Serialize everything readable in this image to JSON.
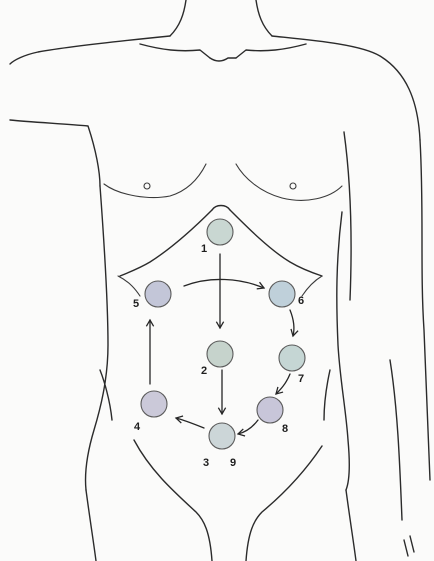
{
  "points": [
    {
      "id": "1",
      "label": "1",
      "color": "#c9d7d2"
    },
    {
      "id": "2",
      "label": "2",
      "color": "#c6d3cc"
    },
    {
      "id": "3",
      "label": "3",
      "color": "#ccd6d8"
    },
    {
      "id": "4",
      "label": "4",
      "color": "#cbc9d9"
    },
    {
      "id": "5",
      "label": "5",
      "color": "#c3c6d8"
    },
    {
      "id": "6",
      "label": "6",
      "color": "#bfd0da"
    },
    {
      "id": "7",
      "label": "7",
      "color": "#c5d6d4"
    },
    {
      "id": "8",
      "label": "8",
      "color": "#c8c6d9"
    },
    {
      "id": "9",
      "label": "9",
      "color": null
    }
  ]
}
